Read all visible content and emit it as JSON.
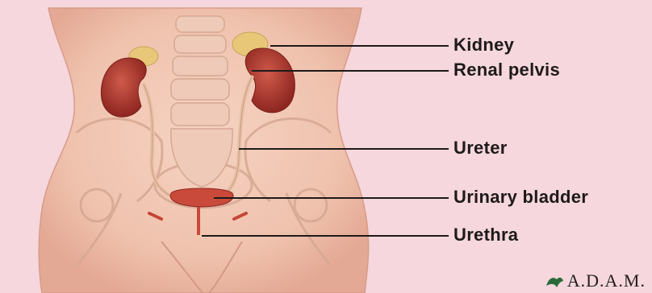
{
  "diagram": {
    "labels": [
      {
        "id": "kidney",
        "text": "Kidney"
      },
      {
        "id": "renal_pelvis",
        "text": "Renal pelvis"
      },
      {
        "id": "ureter",
        "text": "Ureter"
      },
      {
        "id": "urinary_bladder",
        "text": "Urinary bladder"
      },
      {
        "id": "urethra",
        "text": "Urethra"
      }
    ],
    "logo": {
      "text": "A.D.A.M."
    },
    "colors": {
      "background": "#f5d7dd",
      "skin": "#f2c7b5",
      "kidney": "#a8322c",
      "adrenal": "#e8c878",
      "ureter": "#e9b9a0",
      "bladder": "#c94a3a",
      "leader_line": "#1e1a1a"
    },
    "icons": [
      "logo-figure-icon"
    ]
  }
}
